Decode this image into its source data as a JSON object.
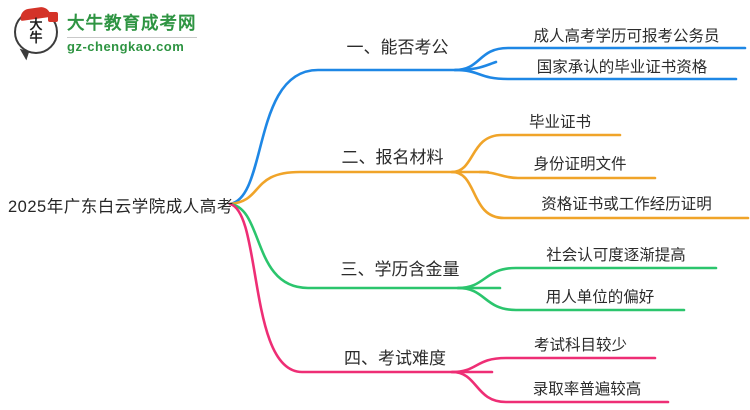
{
  "logo": {
    "icon_text_top": "大",
    "icon_text_bottom": "牛",
    "title": "大牛教育成考网",
    "url": "gz-chengkao.com",
    "brand_color": "#2e9442",
    "seal_color": "#d43328"
  },
  "root": {
    "label": "2025年广东白云学院成人高考"
  },
  "branches": [
    {
      "label": "一、能否考公",
      "color": "#1e87e5",
      "leaves": [
        "成人高考学历可报考公务员",
        "国家承认的毕业证书资格"
      ]
    },
    {
      "label": "二、报名材料",
      "color": "#f0a429",
      "leaves": [
        "毕业证书",
        "身份证明文件",
        "资格证书或工作经历证明"
      ]
    },
    {
      "label": "三、学历含金量",
      "color": "#2bc56d",
      "leaves": [
        "社会认可度逐渐提高",
        "用人单位的偏好"
      ]
    },
    {
      "label": "四、考试难度",
      "color": "#ee2e75",
      "leaves": [
        "考试科目较少",
        "录取率普遍较高"
      ]
    }
  ]
}
